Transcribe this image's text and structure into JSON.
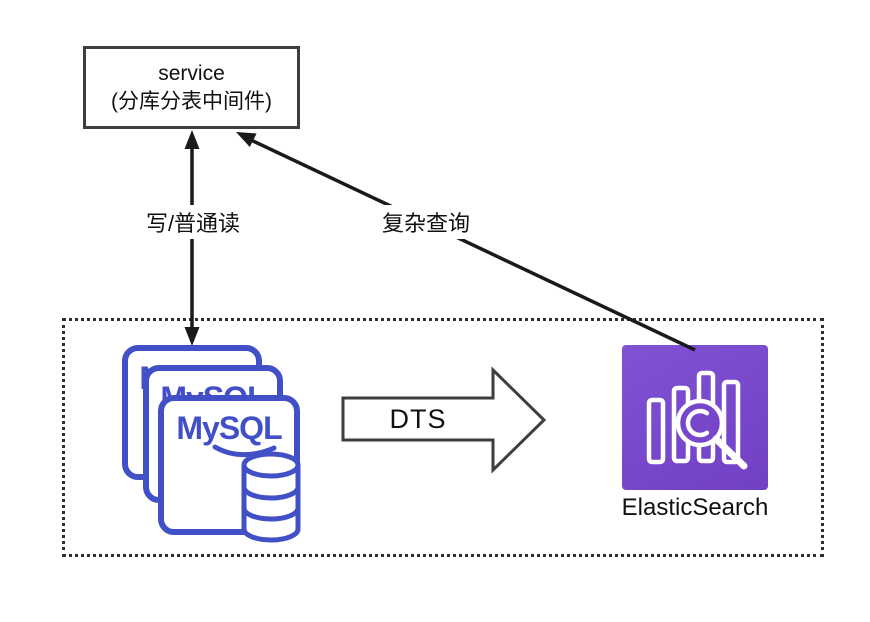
{
  "service": {
    "title": "service",
    "subtitle": "(分库分表中间件)"
  },
  "labels": {
    "write_read": "写/普通读",
    "complex_query": "复杂查询",
    "dts": "DTS"
  },
  "mysql": {
    "label": "MySQL"
  },
  "elasticsearch": {
    "label": "ElasticSearch"
  },
  "icons": {
    "mysql_stack": "stacked-documents-with-database-cylinder-icon",
    "elasticsearch": "purple-bar-chart-with-magnifier-icon"
  },
  "colors": {
    "mysql_blue": "#4250c7",
    "es_purple_light": "#8152d4",
    "es_purple_dark": "#7140c5",
    "es_purple_mid": "#7746cb",
    "line": "#1a1a1a",
    "border_gray": "#3e3e3e"
  }
}
